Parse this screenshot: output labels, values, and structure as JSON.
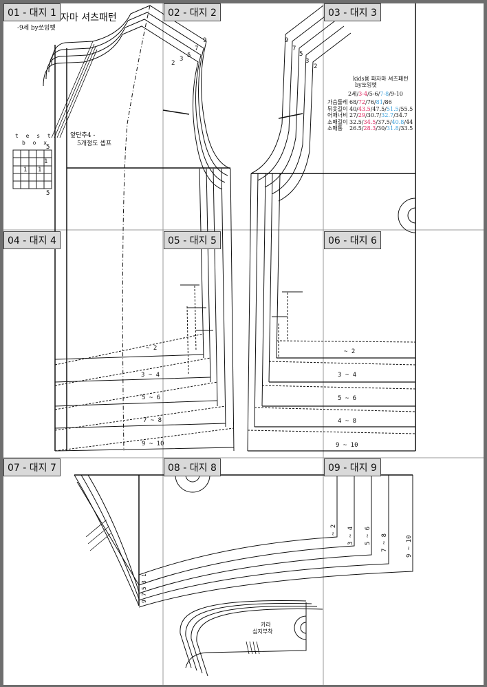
{
  "tiles": [
    "01 - 대지 1",
    "02 - 대지 2",
    "03 - 대지 3",
    "04 - 대지 4",
    "05 - 대지 5",
    "06 - 대지 6",
    "07 - 대지 7",
    "08 - 대지 8",
    "09 - 대지 9"
  ],
  "front": {
    "title_partial": "자마 셔츠패턴",
    "subtitle_partial": "-9세  by쏘잉펫",
    "note_line1": "앞단추4 -",
    "note_line2": "5개정도 셉프",
    "shoulder_sizes": [
      "9",
      "7",
      "5",
      "3",
      "2"
    ],
    "hem_labels": [
      "~ 2",
      "3 ~ 4",
      "5 ~ 6",
      "7 ~ 8",
      "9 ~ 10"
    ]
  },
  "test_box": {
    "label1": "t e s t",
    "label2": "b o x",
    "top": "5",
    "bottom": "5",
    "mark": "1"
  },
  "back": {
    "shoulder_sizes": [
      "9",
      "7",
      "5",
      "3",
      "2"
    ],
    "info_title": "kids용 파자마 셔츠패턴",
    "info_by": "by쏘잉펫",
    "size_row": [
      {
        "t": "2세/",
        "c": ""
      },
      {
        "t": "3-4",
        "c": "pink"
      },
      {
        "t": "/5-6/",
        "c": ""
      },
      {
        "t": "7-8",
        "c": "blue"
      },
      {
        "t": "/9-10",
        "c": ""
      }
    ],
    "measure_rows": [
      {
        "label": "가슴둘레",
        "v": [
          "68/",
          "72",
          "/76/",
          "81",
          "/86"
        ]
      },
      {
        "label": "뒤옷길이",
        "v": [
          "40/",
          "43.5",
          "/47.5/",
          "51.5",
          "/55.5"
        ]
      },
      {
        "label": "어깨너비",
        "v": [
          "27/",
          "29",
          "/30.7/",
          "32.7",
          "/34.7"
        ]
      },
      {
        "label": "소매길이",
        "v": [
          "32.5/",
          "34.5",
          "/37.5/",
          "40.8",
          "/44"
        ]
      },
      {
        "label": "소매통",
        "v": [
          "26.5/",
          "28.3",
          "/30/",
          "31.8",
          "/33.5"
        ]
      }
    ],
    "hem_labels": [
      "~ 2",
      "3 ~ 4",
      "5 ~ 6",
      "4 ~ 8",
      "9 ~ 10"
    ]
  },
  "sleeve": {
    "cuff_labels": [
      "~ 2",
      "3 ~ 4",
      "5 ~ 6",
      "7 ~ 8",
      "9 ~ 10"
    ],
    "cap_sizes": [
      "1",
      "3",
      "5",
      "7",
      "9"
    ]
  },
  "collar": {
    "label1": "카라",
    "label2": "심지부착"
  }
}
